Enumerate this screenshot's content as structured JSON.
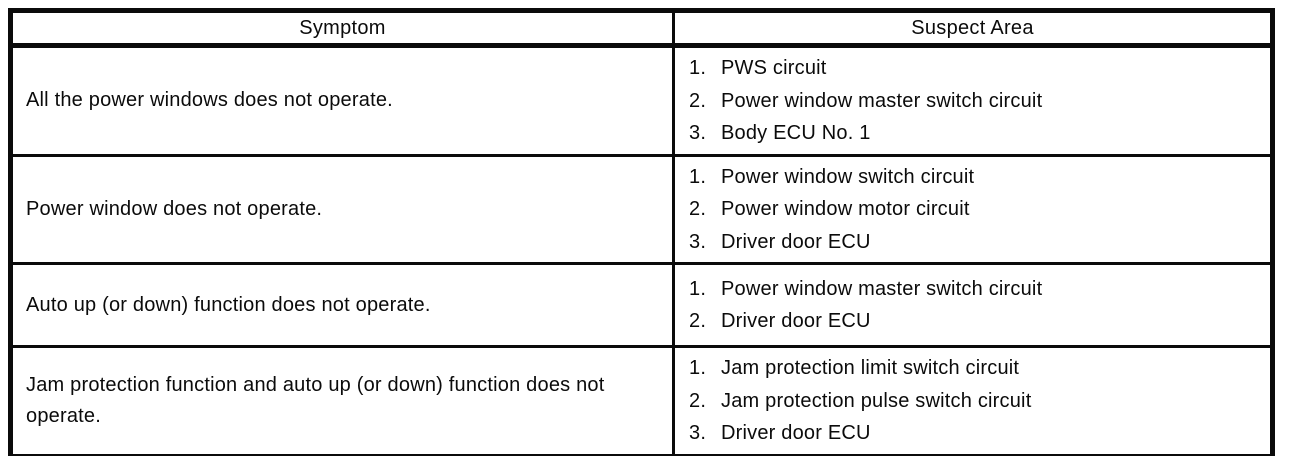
{
  "page": {
    "background": "#ffffff",
    "ink": "#0b0b0b"
  },
  "table": {
    "columns": [
      {
        "label": "Symptom"
      },
      {
        "label": "Suspect Area"
      }
    ],
    "rows": [
      {
        "symptom": "All the power windows does not operate.",
        "suspects": [
          {
            "num": "1.",
            "label": "PWS circuit"
          },
          {
            "num": "2.",
            "label": "Power window master switch circuit"
          },
          {
            "num": "3.",
            "label": "Body ECU No. 1"
          }
        ]
      },
      {
        "symptom": "Power window does not operate.",
        "suspects": [
          {
            "num": "1.",
            "label": "Power window switch circuit"
          },
          {
            "num": "2.",
            "label": "Power window motor circuit"
          },
          {
            "num": "3.",
            "label": "Driver door ECU"
          }
        ]
      },
      {
        "symptom": "Auto up (or down) function does not operate.",
        "suspects": [
          {
            "num": "1.",
            "label": "Power window master switch circuit"
          },
          {
            "num": "2.",
            "label": "Driver door ECU"
          }
        ]
      },
      {
        "symptom": "Jam protection function and auto up (or down) function does not operate.",
        "suspects": [
          {
            "num": "1.",
            "label": "Jam protection limit switch circuit"
          },
          {
            "num": "2.",
            "label": "Jam protection pulse switch circuit"
          },
          {
            "num": "3.",
            "label": "Driver door ECU"
          }
        ]
      }
    ]
  }
}
